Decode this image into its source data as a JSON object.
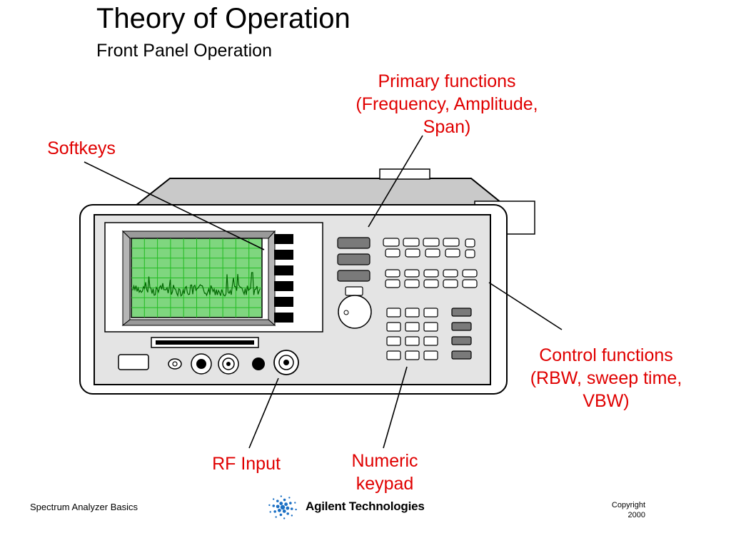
{
  "slide": {
    "title": "Theory of Operation",
    "subtitle": "Front Panel Operation"
  },
  "callouts": {
    "primary_functions": [
      "Primary functions",
      "(Frequency, Amplitude,",
      "Span)"
    ],
    "softkeys": [
      "Softkeys"
    ],
    "control_functions": [
      "Control functions",
      "(RBW, sweep time,",
      "VBW)"
    ],
    "rf_input": [
      "RF Input"
    ],
    "numeric_keypad": [
      "Numeric",
      "keypad"
    ]
  },
  "footer": {
    "left": "Spectrum Analyzer Basics",
    "logo": "Agilent Technologies",
    "copyright_line1": "Copyright",
    "copyright_line2": "2000"
  },
  "colors": {
    "callout": "#e00000",
    "screen_grid": "#22bb22",
    "trace": "#006600",
    "key_gray": "#7a7a7a"
  }
}
